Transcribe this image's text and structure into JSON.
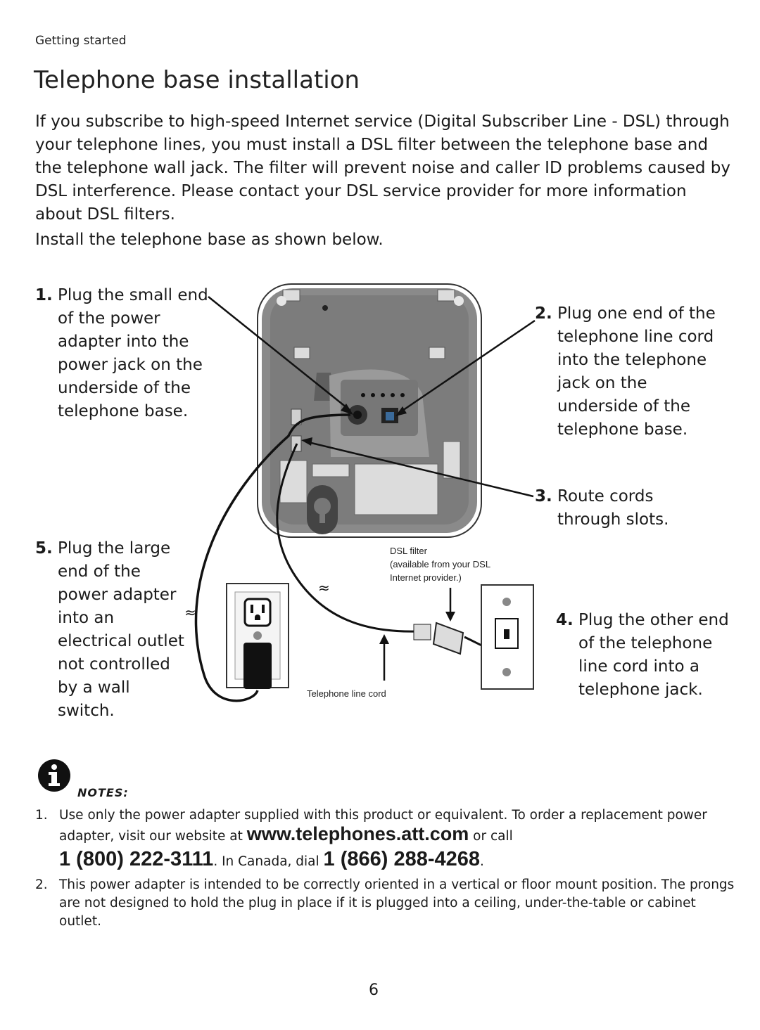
{
  "header": {
    "section": "Getting started",
    "title": "Telephone base installation"
  },
  "intro": "If you subscribe to high-speed Internet service (Digital Subscriber Line - DSL) through your telephone lines, you must install a DSL filter between the telephone base and the telephone wall jack. The filter will prevent noise and caller ID problems caused by DSL interference. Please contact your DSL service provider for more information about DSL filters.",
  "install_line": "Install the telephone base as shown below.",
  "steps": [
    {
      "num": "1.",
      "text": "Plug the small end of the power adapter into the power jack on the underside of the telephone base."
    },
    {
      "num": "2.",
      "text": "Plug one end of the telephone line cord into the telephone jack on the underside of the telephone base."
    },
    {
      "num": "3.",
      "text": "Route cords through slots."
    },
    {
      "num": "4.",
      "text": "Plug the other end of the telephone line cord into a telephone jack."
    },
    {
      "num": "5.",
      "text": "Plug the large end of the power adapter into an electrical outlet not controlled by a wall switch."
    }
  ],
  "captions": {
    "dsl_filter": "DSL filter",
    "dsl_available": "(available from your DSL",
    "dsl_provider": "Internet provider.)",
    "line_cord": "Telephone line cord"
  },
  "notes": {
    "heading": "NOTES:",
    "note1": {
      "num": "1.",
      "text_a": "Use only the power adapter supplied with this product or equivalent. To order a replacement power adapter, visit our website at ",
      "website": "www.telephones.att.com",
      "text_b": " or call",
      "phone_us": "1 (800) 222-3111",
      "text_c": ". In Canada, dial ",
      "phone_ca": "1 (866) 288-4268",
      "text_d": "."
    },
    "note2": {
      "num": "2.",
      "text": "This power adapter is intended to be correctly oriented in a vertical or floor mount position. The prongs are not designed to hold the plug in place if it is plugged into a ceiling, under-the-table or cabinet outlet."
    }
  },
  "page_number": "6",
  "icons": {
    "info": "info-icon"
  },
  "colors": {
    "base_fill": "#8a8a8a",
    "base_dark": "#5f5f5f",
    "text": "#1a1a1a"
  }
}
